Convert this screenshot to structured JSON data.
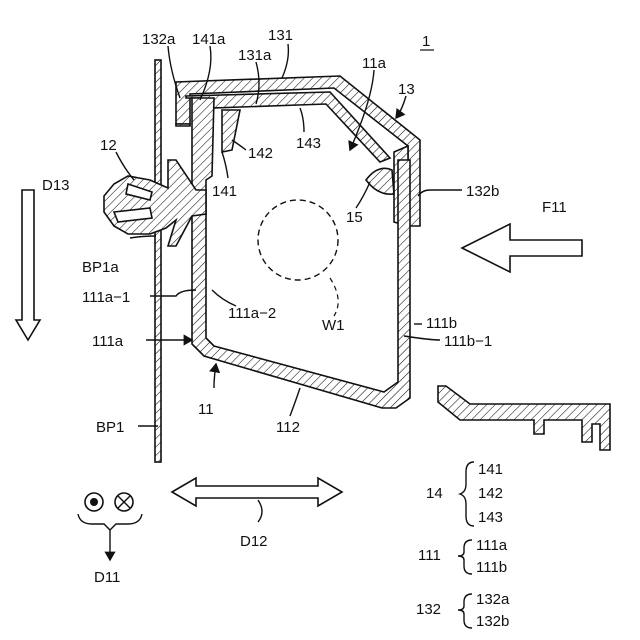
{
  "figure": {
    "ref_main": "1",
    "labels": {
      "l132a": "132a",
      "l141a": "141a",
      "l131": "131",
      "l131a": "131a",
      "l11a": "11a",
      "l13": "13",
      "l12": "12",
      "l142": "142",
      "l143": "143",
      "lD13": "D13",
      "l141": "141",
      "l15": "15",
      "l132b": "132b",
      "lF11": "F11",
      "lBP1a": "BP1a",
      "l111a1": "111a−1",
      "l111a2": "111a−2",
      "lW1": "W1",
      "l111b": "111b",
      "l111b1": "111b−1",
      "l111a": "111a",
      "l11": "11",
      "l112": "112",
      "lBP1": "BP1",
      "lD12": "D12",
      "lD11": "D11"
    },
    "legend": [
      {
        "parent": "14",
        "children": [
          "141",
          "142",
          "143"
        ]
      },
      {
        "parent": "111",
        "children": [
          "111a",
          "111b"
        ]
      },
      {
        "parent": "132",
        "children": [
          "132a",
          "132b"
        ]
      }
    ]
  }
}
